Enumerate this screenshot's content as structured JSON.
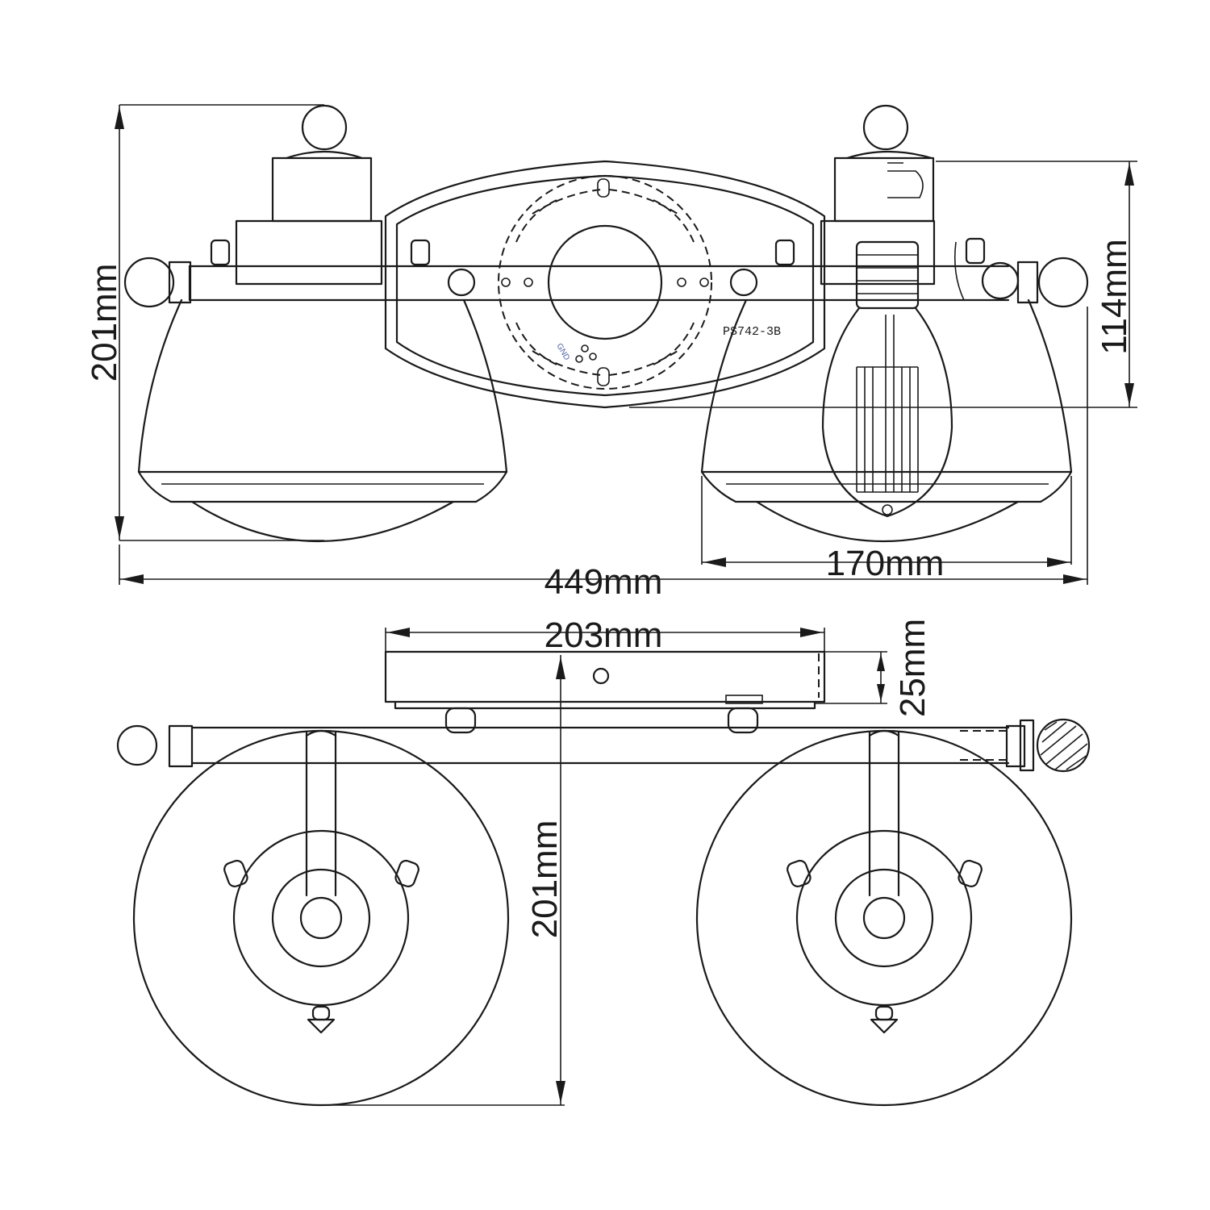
{
  "dimensions": {
    "front_height": "201mm",
    "backplate_height": "114mm",
    "shade_width": "170mm",
    "total_width": "449mm",
    "backplate_width": "203mm",
    "backplate_depth": "25mm",
    "top_depth": "201mm"
  },
  "labels": {
    "part_number": "PS742-3B",
    "gnd": "GND"
  },
  "colors": {
    "line": "#1a1a1a",
    "background": "#ffffff"
  }
}
